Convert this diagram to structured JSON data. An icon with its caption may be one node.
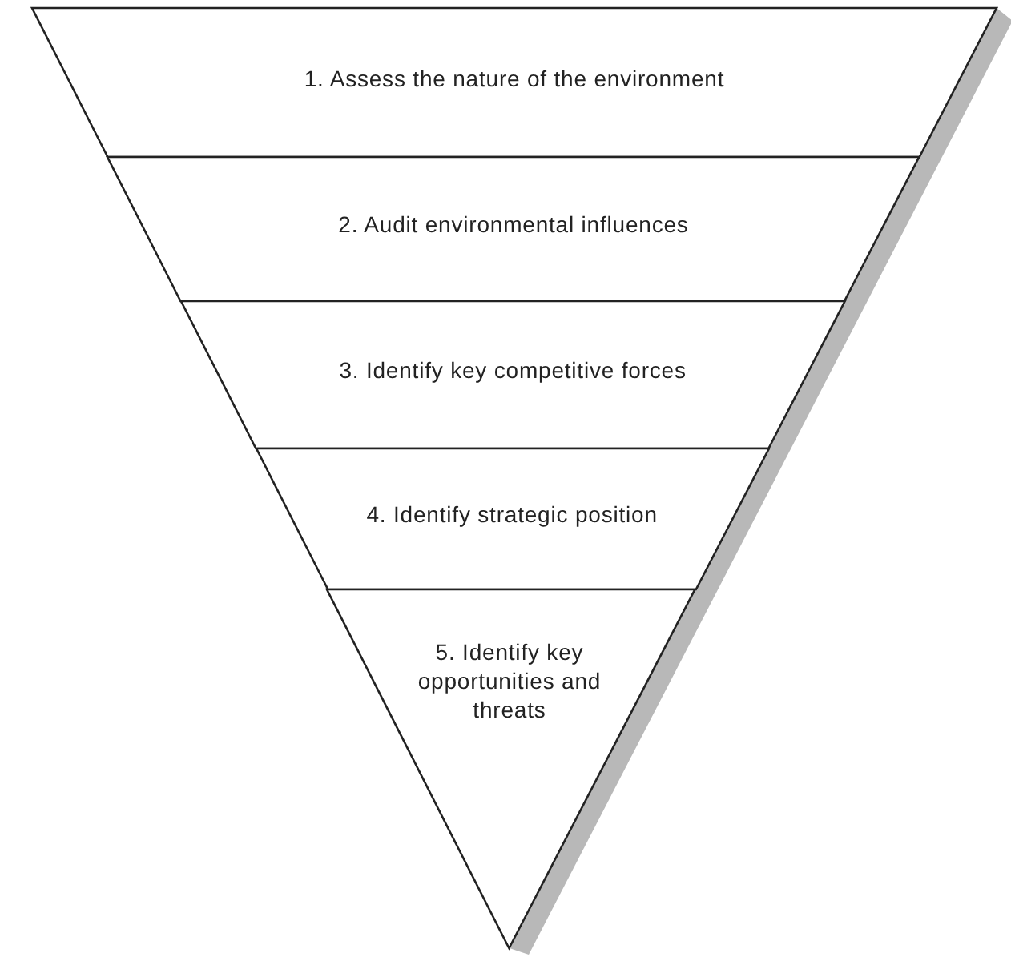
{
  "diagram": {
    "nodes": [
      {
        "text": [
          "1. Assess the nature of the environment"
        ]
      },
      {
        "text": [
          "2. Audit environmental influences"
        ]
      },
      {
        "text": [
          "3. Identify key competitive forces"
        ]
      },
      {
        "text": [
          "4. Identify strategic position"
        ]
      },
      {
        "text": [
          "5. Identify key opportunities and threats"
        ]
      }
    ]
  }
}
